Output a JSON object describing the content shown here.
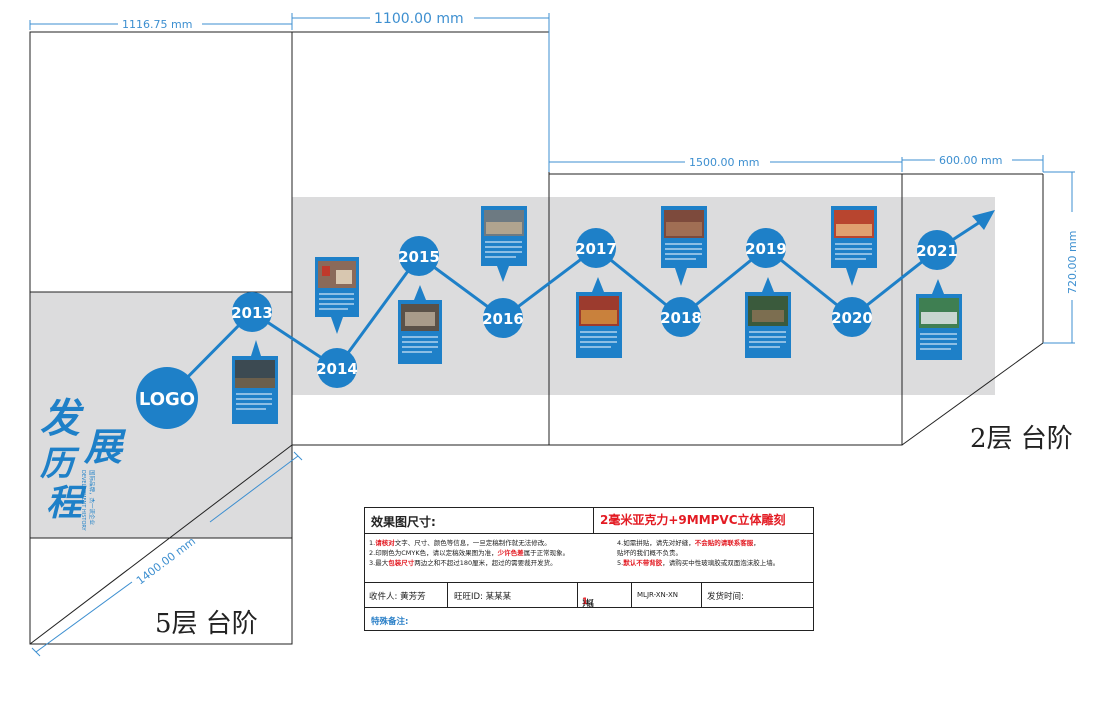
{
  "dimensions": {
    "d1": "1116.75 mm",
    "d2": "1100.00 mm",
    "d3": "1500.00 mm",
    "d4": "600.00 mm",
    "d5": "720.00 mm",
    "d6": "1400.00 mm"
  },
  "timeline": {
    "logo": "LOGO",
    "years": [
      "2013",
      "2014",
      "2015",
      "2016",
      "2017",
      "2018",
      "2019",
      "2020",
      "2021"
    ]
  },
  "heading": {
    "chars": [
      "发",
      "展",
      "历",
      "程"
    ],
    "sub1": "国际品牌，杰一流企业",
    "sub2": "DEVELOPMENT HISTORY"
  },
  "floors": {
    "right": "2层 台阶",
    "left": "5层 台阶"
  },
  "spec": {
    "title": "效果图尺寸:",
    "material": "2毫米亚克力+9MMPVC立体雕刻",
    "notes_left": [
      {
        "pre": "1.",
        "red": "请核对",
        "post": "文字、尺寸、颜色等信息，一旦定稿制作就无法修改。"
      },
      {
        "pre": "2.印刷色为CMYK色，请以定稿效果图为准，",
        "red": "少许色差",
        "post": "属于正常现象。"
      },
      {
        "pre": "3.最大",
        "red": "包装尺寸",
        "post": "两边之和不超过180厘米，超过的需要裁开发货。"
      }
    ],
    "notes_right": [
      {
        "pre": "4.如需拼贴，请先对好缝，",
        "red": "不会贴的请联系客服",
        "post": "，"
      },
      {
        "pre": "   贴坏的我们概不负责。",
        "red": "",
        "post": ""
      },
      {
        "pre": "5.",
        "red": "默认不带背胶",
        "post": "，请购买中性玻璃胶或双面泡沫胶上墙。"
      }
    ],
    "recipient": "收件人: 黄芳芳",
    "wangwang": "旺旺ID: 某某某",
    "count_pre": "共(",
    "count_num": "1",
    "count_post": ")幅",
    "code": "MLJR-XN-XN",
    "ship": "发货时间:",
    "remark": "特殊备注:"
  },
  "colors": {
    "blue": "#1e80c8",
    "gray": "#dcdcdd",
    "line": "#222222"
  }
}
